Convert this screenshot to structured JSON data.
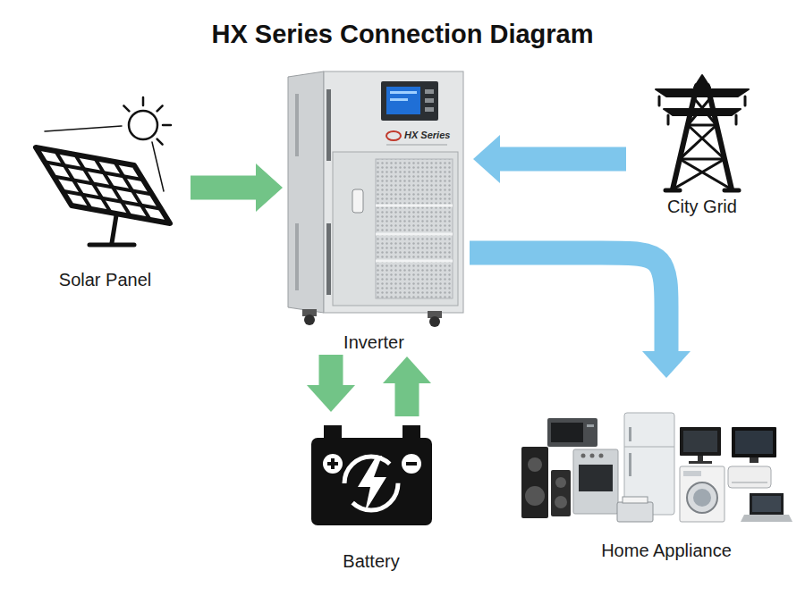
{
  "diagram": {
    "title": "HX Series Connection Diagram",
    "nodes": [
      {
        "text": [
          "Solar Panel"
        ]
      },
      {
        "text": [
          "Inverter"
        ]
      },
      {
        "text": [
          "City Grid"
        ]
      },
      {
        "text": [
          "Battery"
        ]
      },
      {
        "text": [
          "Home Appliance"
        ]
      }
    ],
    "edges": [
      {
        "from": 0,
        "to": 1,
        "arrow": "to"
      },
      {
        "from": 2,
        "to": 1,
        "arrow": "to"
      },
      {
        "from": 1,
        "to": 4,
        "arrow": "to"
      },
      {
        "from": 1,
        "to": 3,
        "arrow": "to"
      },
      {
        "from": 3,
        "to": 1,
        "arrow": "to"
      }
    ],
    "labels": [
      "HX Series"
    ]
  }
}
